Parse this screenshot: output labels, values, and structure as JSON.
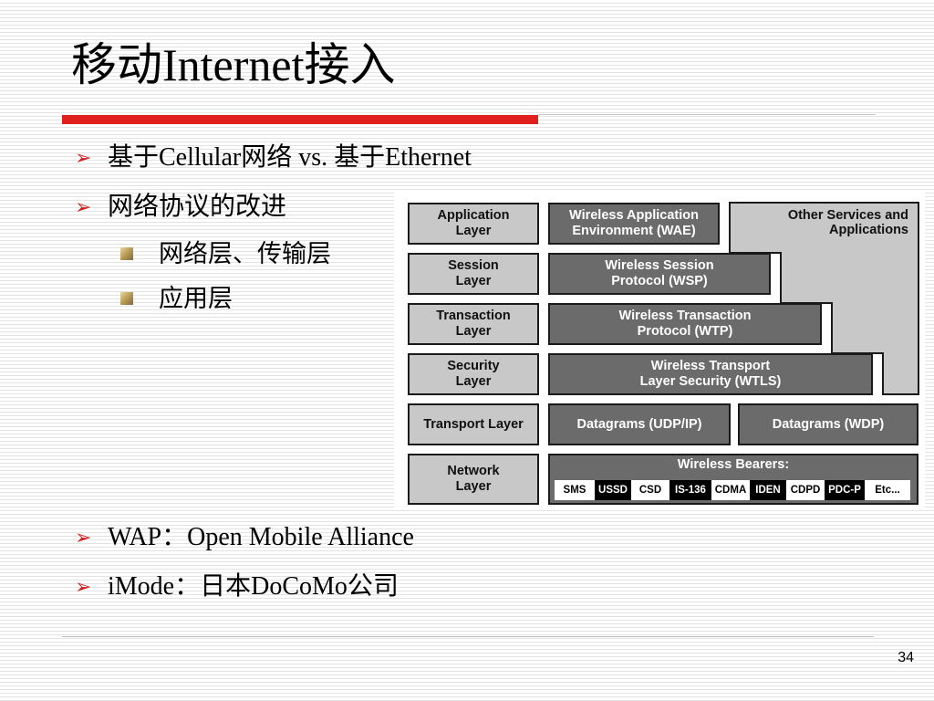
{
  "title": "移动Internet接入",
  "bullets_top": [
    {
      "text": "基于Cellular网络 vs. 基于Ethernet"
    },
    {
      "text": "网络协议的改进"
    }
  ],
  "subbullets": [
    {
      "text": "网络层、传输层"
    },
    {
      "text": "应用层"
    }
  ],
  "bullets_bottom": [
    {
      "text": "WAP：Open Mobile Alliance"
    },
    {
      "text": "iMode：日本DoCoMo公司"
    }
  ],
  "diagram": {
    "layers": [
      "Application\nLayer",
      "Session\nLayer",
      "Transaction\nLayer",
      "Security\nLayer",
      "Transport Layer",
      "Network\nLayer"
    ],
    "wae": "Wireless Application\nEnvironment (WAE)",
    "wsp": "Wireless Session\nProtocol (WSP)",
    "wtp": "Wireless Transaction\nProtocol (WTP)",
    "wtls": "Wireless Transport\nLayer Security (WTLS)",
    "udp": "Datagrams (UDP/IP)",
    "wdp": "Datagrams (WDP)",
    "other": "Other Services and\nApplications",
    "bearers_title": "Wireless Bearers:",
    "bearers": [
      {
        "label": "SMS",
        "style": "w"
      },
      {
        "label": "USSD",
        "style": "k"
      },
      {
        "label": "CSD",
        "style": "w"
      },
      {
        "label": "IS-136",
        "style": "k"
      },
      {
        "label": "CDMA",
        "style": "w"
      },
      {
        "label": "IDEN",
        "style": "k"
      },
      {
        "label": "CDPD",
        "style": "w"
      },
      {
        "label": "PDC-P",
        "style": "k"
      },
      {
        "label": "Etc...",
        "style": "w"
      }
    ]
  },
  "page_number": "34",
  "colors": {
    "accent": "#e0201c",
    "box_dark": "#6b6b6b",
    "box_light": "#c8c8c8"
  }
}
